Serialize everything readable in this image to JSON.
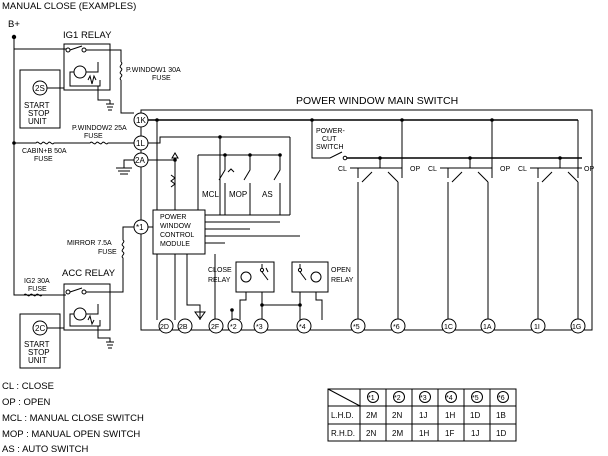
{
  "title": "MANUAL CLOSE (EXAMPLES)",
  "supply": "B+",
  "ig1_relay": "IG1 RELAY",
  "acc_relay": "ACC RELAY",
  "start_stop_unit": [
    "START",
    "STOP",
    "UNIT"
  ],
  "start_stop_pins": {
    "top": "2S",
    "bottom": "2C"
  },
  "fuses": {
    "pwindow1": [
      "P.WINDOW1 30A",
      "FUSE"
    ],
    "pwindow2": [
      "P.WINDOW2 25A",
      "FUSE"
    ],
    "cabin": [
      "CABIN+B 50A",
      "FUSE"
    ],
    "mirror": [
      "MIRROR 7.5A",
      "FUSE"
    ],
    "ig2": [
      "IG2 30A",
      "FUSE"
    ]
  },
  "main_switch_label": "POWER WINDOW MAIN SWITCH",
  "power_cut_switch": [
    "POWER-",
    "CUT",
    "SWITCH"
  ],
  "module": [
    "POWER",
    "WINDOW",
    "CONTROL",
    "MODULE"
  ],
  "switch_labels": {
    "mcl": "MCL",
    "mop": "MOP",
    "as": "AS"
  },
  "close_relay": [
    "CLOSE",
    "RELAY"
  ],
  "open_relay": [
    "OPEN",
    "RELAY"
  ],
  "switch_group_labels": {
    "cl": "CL",
    "op": "OP"
  },
  "left_connectors": [
    "1K",
    "1L",
    "2A",
    "*1"
  ],
  "bottom_connectors": [
    "2D",
    "2B",
    "2F",
    "*2",
    "*3",
    "*4",
    "*5",
    "*6",
    "1C",
    "1A",
    "1I",
    "1G"
  ],
  "legend": [
    "CL : CLOSE",
    "OP : OPEN",
    "MCL : MANUAL CLOSE SWITCH",
    "MOP : MANUAL OPEN SWITCH",
    "AS : AUTO SWITCH"
  ],
  "pin_table": {
    "headers": [
      "*1",
      "*2",
      "*3",
      "*4",
      "*5",
      "*6"
    ],
    "rows": [
      {
        "label": "L.H.D.",
        "values": [
          "2M",
          "2N",
          "1J",
          "1H",
          "1D",
          "1B"
        ]
      },
      {
        "label": "R.H.D.",
        "values": [
          "2N",
          "2M",
          "1H",
          "1F",
          "1J",
          "1D"
        ]
      }
    ]
  }
}
